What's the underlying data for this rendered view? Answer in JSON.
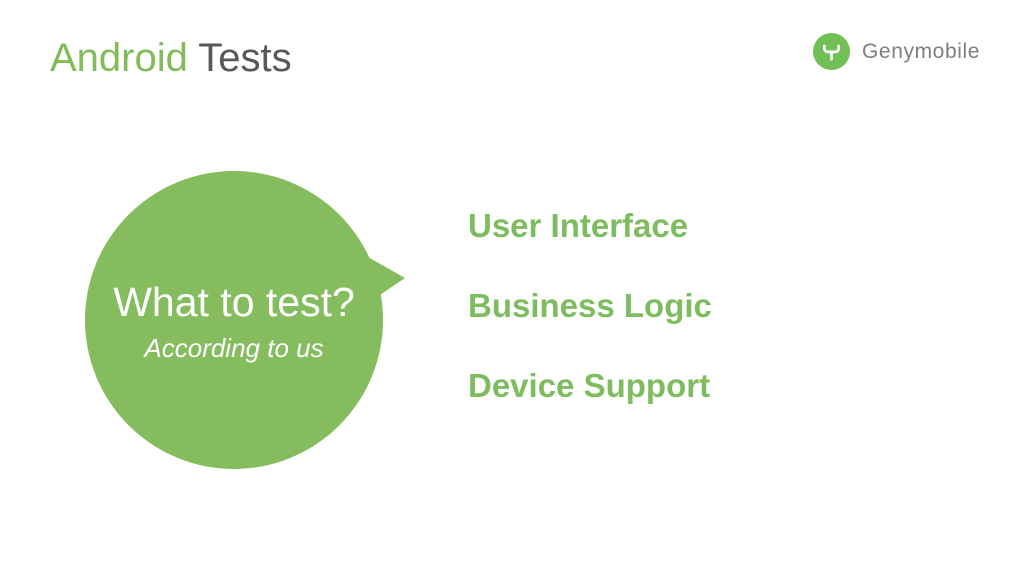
{
  "slide": {
    "title": {
      "highlight": "Android",
      "rest": " Tests"
    },
    "logo": {
      "brand": "Genymobile"
    },
    "bubble": {
      "heading": "What to test?",
      "subheading": "According to us"
    },
    "list": {
      "items": [
        {
          "label": "User Interface"
        },
        {
          "label": "Business Logic"
        },
        {
          "label": "Device Support"
        }
      ]
    }
  },
  "colors": {
    "accent_green": "#82bb58",
    "list_green": "#7dbd5f",
    "bubble_green": "#85bd5e",
    "title_gray": "#58585a",
    "logo_gray": "#7d7e81",
    "bubble_text": "#ffffff",
    "background": "#ffffff"
  }
}
